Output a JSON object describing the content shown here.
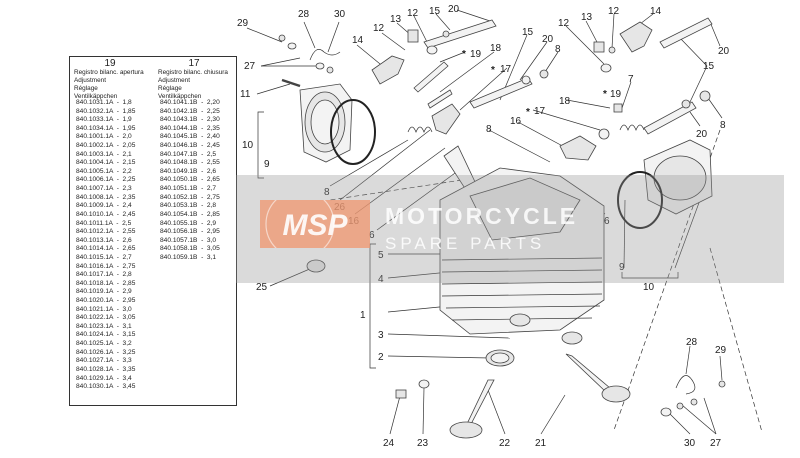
{
  "callouts": {
    "c29a": "29",
    "c28a": "28",
    "c30a": "30",
    "c27a": "27",
    "c11": "11",
    "c14a": "14",
    "c12a": "12",
    "c13a": "13",
    "c12b": "12",
    "c15a": "15",
    "c20a": "20",
    "c19a": "19",
    "c18a": "18",
    "c17a": "17",
    "c15b": "15",
    "c20b": "20",
    "c8a": "8",
    "c12c": "12",
    "c13b": "13",
    "c12d": "12",
    "c14b": "14",
    "c20c": "20",
    "c15c": "15",
    "c7": "7",
    "c18b": "18",
    "c19b": "19",
    "c17b": "17",
    "c16a": "16",
    "c8b": "8",
    "c20d": "20",
    "c8c": "8",
    "c10a": "10",
    "c9a": "9",
    "c8d": "8",
    "c26": "26",
    "c16b": "16",
    "c6a": "6",
    "c6b": "6",
    "c5": "5",
    "c4": "4",
    "c9b": "9",
    "c10b": "10",
    "c25": "25",
    "c1": "1",
    "c3": "3",
    "c2": "2",
    "c28b": "28",
    "c29b": "29",
    "c24": "24",
    "c23": "23",
    "c22": "22",
    "c21": "21",
    "c30b": "30",
    "c27b": "27"
  },
  "asterisk": "*",
  "table": {
    "col19": {
      "number": "19",
      "lines": [
        "Registro bilanc. apertura",
        "Adjustment",
        "Réglage",
        "Ventilkäppchen"
      ]
    },
    "col17": {
      "number": "17",
      "lines": [
        "Registro bilanc. chiusura",
        "Adjustment",
        "Réglage",
        "Ventilkäppchen"
      ]
    },
    "rows19": [
      "840.1031.1A  -  1,8",
      "840.1032.1A  -  1,85",
      "840.1033.1A  -  1,9",
      "840.1034.1A  -  1,95",
      "840.1001.1A  -  2,0",
      "840.1002.1A  -  2,05",
      "840.1003.1A  -  2,1",
      "840.1004.1A  -  2,15",
      "840.1005.1A  -  2,2",
      "840.1006.1A  -  2,25",
      "840.1007.1A  -  2,3",
      "840.1008.1A  -  2,35",
      "840.1009.1A  -  2,4",
      "840.1010.1A  -  2,45",
      "840.1011.1A  -  2,5",
      "840.1012.1A  -  2,55",
      "840.1013.1A  -  2,6",
      "840.1014.1A  -  2,65",
      "840.1015.1A  -  2,7",
      "840.1016.1A  -  2,75",
      "840.1017.1A  -  2,8",
      "840.1018.1A  -  2,85",
      "840.1019.1A  -  2,9",
      "840.1020.1A  -  2,95",
      "840.1021.1A  -  3,0",
      "840.1022.1A  -  3,05",
      "840.1023.1A  -  3,1",
      "840.1024.1A  -  3,15",
      "840.1025.1A  -  3,2",
      "840.1026.1A  -  3,25",
      "840.1027.1A  -  3,3",
      "840.1028.1A  -  3,35",
      "840.1029.1A  -  3,4",
      "840.1030.1A  -  3,45"
    ],
    "rows17": [
      "840.1041.1B  -  2,20",
      "840.1042.1B  -  2,25",
      "840.1043.1B  -  2,30",
      "840.1044.1B  -  2,35",
      "840.1045.1B  -  2,40",
      "840.1046.1B  -  2,45",
      "840.1047.1B  -  2,5",
      "840.1048.1B  -  2,55",
      "840.1049.1B  -  2,6",
      "840.1050.1B  -  2,65",
      "840.1051.1B  -  2,7",
      "840.1052.1B  -  2,75",
      "840.1053.1B  -  2,8",
      "840.1054.1B  -  2,85",
      "840.1055.1B  -  2,9",
      "840.1056.1B  -  2,95",
      "840.1057.1B  -  3,0",
      "840.1058.1B  -  3,05",
      "840.1059.1B  -  3,1"
    ]
  },
  "watermark": {
    "logo_text": "MSP",
    "line1": "MOTORCYCLE",
    "line2": "SPARE PARTS"
  }
}
